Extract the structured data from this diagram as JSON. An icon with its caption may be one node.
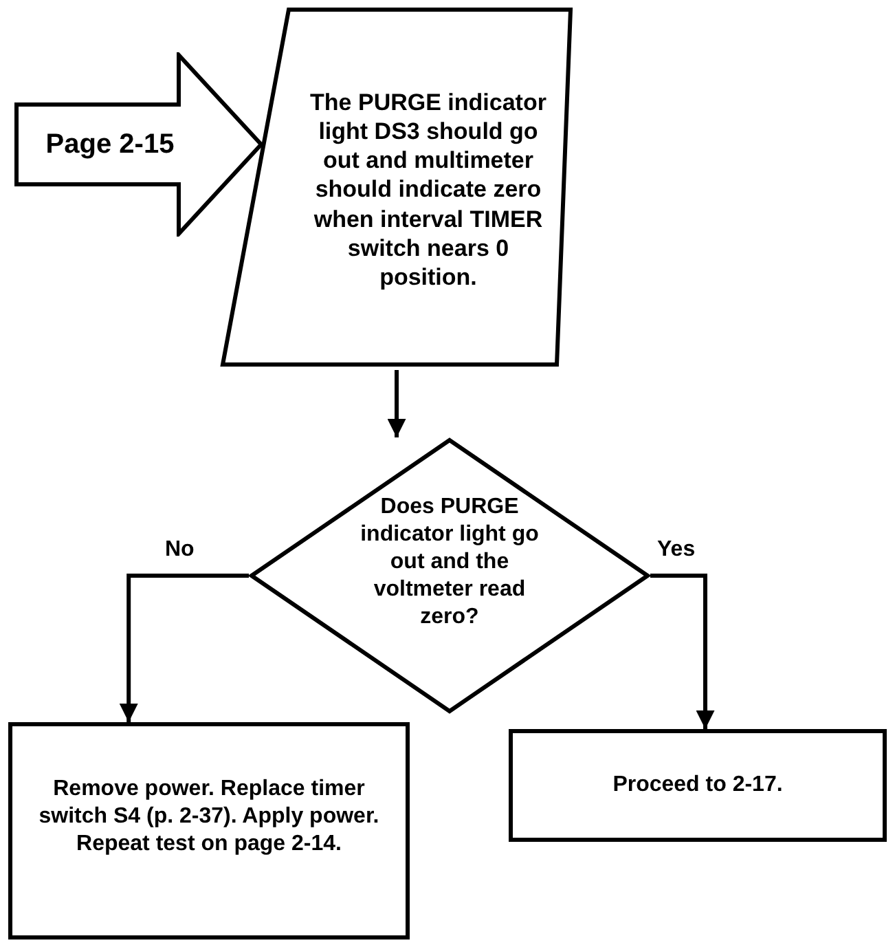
{
  "diagram": {
    "nodes": [
      {
        "text": [
          "Page 2-15"
        ]
      },
      {
        "text": [
          "The PURGE indicator light DS3 should go out and multimeter should indicate zero when interval TIMER switch nears 0 position."
        ]
      },
      {
        "text": [
          "Does PURGE indicator light go out and the voltmeter read zero?"
        ]
      },
      {
        "text": [
          "Remove power. Replace timer switch S4 (p. 2-37). Apply power. Repeat test on page 2-14."
        ]
      },
      {
        "text": [
          "Proceed to 2-17."
        ]
      }
    ],
    "edges": [
      {
        "from": 1,
        "to": 2,
        "arrow": "to"
      },
      {
        "from": 2,
        "to": 3,
        "arrow": "to",
        "label": "No"
      },
      {
        "from": 2,
        "to": 4,
        "arrow": "to",
        "label": "Yes"
      }
    ]
  }
}
